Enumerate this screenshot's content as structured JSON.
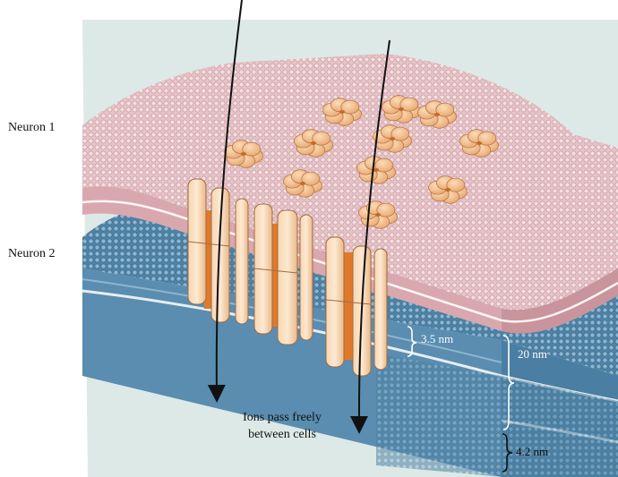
{
  "labels": {
    "neuron_1": "Neuron 1",
    "neuron_2": "Neuron 2",
    "membrane_thickness": "3.5 nm",
    "total_thickness": "20 nm",
    "gap_width": "4.2 nm",
    "ions_caption": "Ions pass freely between cells"
  },
  "colors": {
    "background_tint": "#dde9e6",
    "neuron1_membrane": "#e3b9be",
    "neuron1_lipid_heads": "#cc9ea6",
    "neuron2_membrane": "#4e83a6",
    "neuron2_lipid_heads": "#77a5c2",
    "connexon_subunit": "#f3c196",
    "connexon_cross_section": "#fbe4c8",
    "channel_core": "#e07a2a",
    "arrow": "#111111"
  },
  "icons": {
    "connexon_hexamer": "connexon-flower-icon",
    "ion_flow_arrow": "down-arrow-icon",
    "dimension_bracket": "curly-brace-icon"
  }
}
